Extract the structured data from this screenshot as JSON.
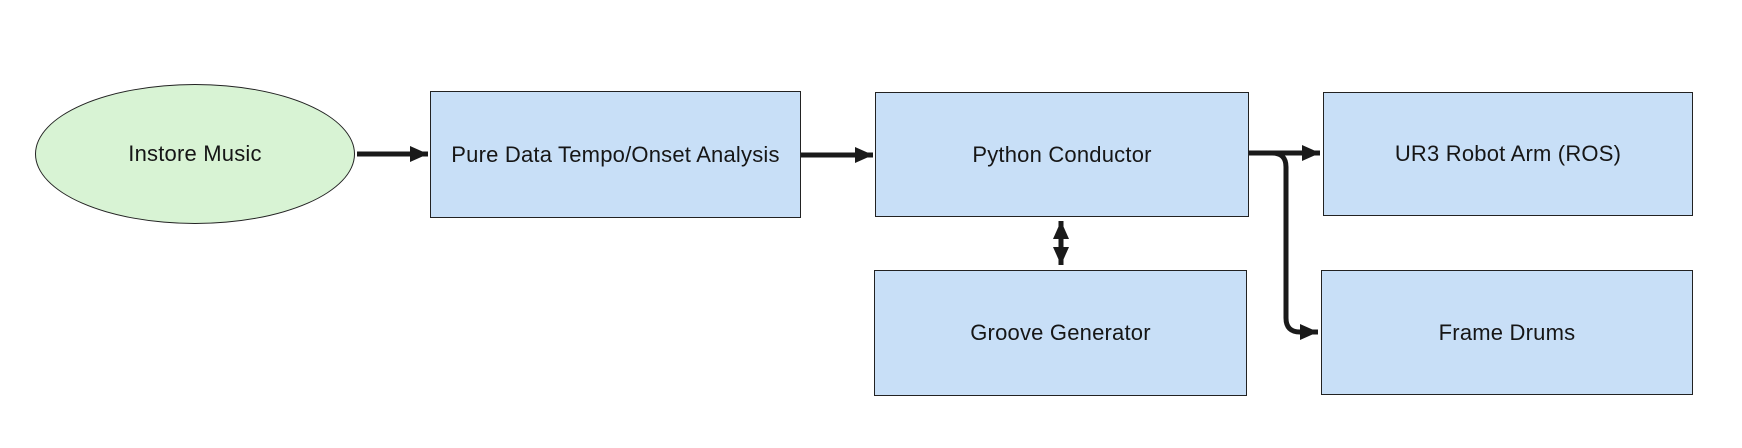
{
  "diagram": {
    "background_color": "#ffffff",
    "border_color": "#222222",
    "arrow_color": "#1a1a1a",
    "node_fill_green": "#d8f3d4",
    "node_fill_blue": "#c8dff7",
    "nodes": [
      {
        "id": "instore-music",
        "label": "Instore Music",
        "shape": "ellipse",
        "fill": "#d8f3d4"
      },
      {
        "id": "pure-data",
        "label": "Pure Data Tempo/Onset Analysis",
        "shape": "rect",
        "fill": "#c8dff7"
      },
      {
        "id": "python-conductor",
        "label": "Python Conductor",
        "shape": "rect",
        "fill": "#c8dff7"
      },
      {
        "id": "groove-generator",
        "label": "Groove Generator",
        "shape": "rect",
        "fill": "#c8dff7"
      },
      {
        "id": "ur3-robot-arm",
        "label": "UR3 Robot Arm (ROS)",
        "shape": "rect",
        "fill": "#c8dff7"
      },
      {
        "id": "frame-drums",
        "label": "Frame Drums",
        "shape": "rect",
        "fill": "#c8dff7"
      }
    ],
    "edges": [
      {
        "from": "instore-music",
        "to": "pure-data",
        "style": "arrow"
      },
      {
        "from": "pure-data",
        "to": "python-conductor",
        "style": "arrow"
      },
      {
        "from": "python-conductor",
        "to": "groove-generator",
        "style": "double-arrow"
      },
      {
        "from": "python-conductor",
        "to": "ur3-robot-arm",
        "style": "arrow"
      },
      {
        "from": "python-conductor",
        "to": "frame-drums",
        "style": "elbow-arrow"
      }
    ]
  }
}
